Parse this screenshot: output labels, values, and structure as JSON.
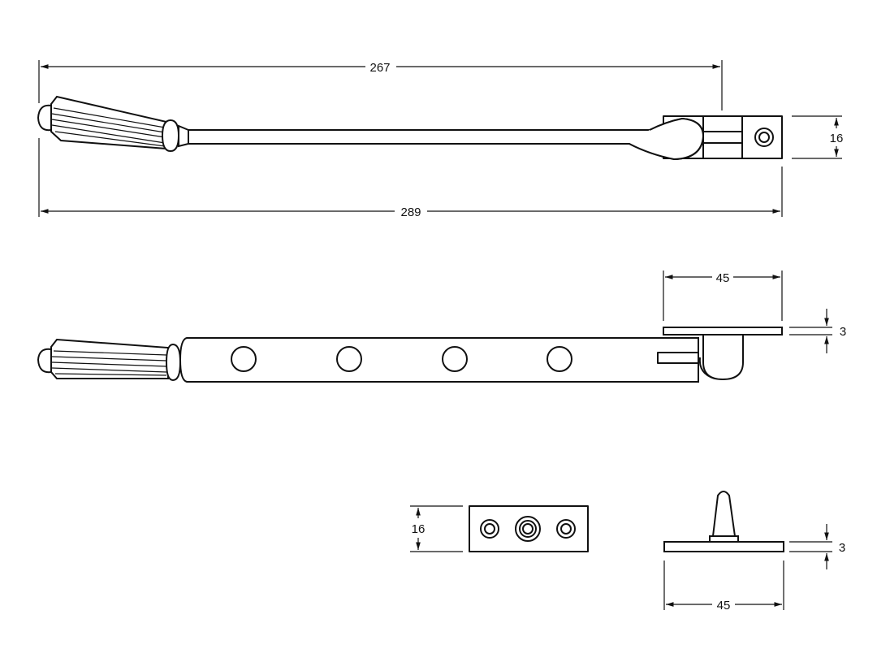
{
  "dimensions": {
    "top_handle_length": "267",
    "top_overall_length": "289",
    "top_bracket_height": "16",
    "side_bracket_width": "45",
    "side_bracket_thickness": "3",
    "plate_height": "16",
    "pin_plate_thickness": "3",
    "pin_plate_width": "45"
  },
  "colors": {
    "line": "#111111",
    "background": "#ffffff"
  }
}
